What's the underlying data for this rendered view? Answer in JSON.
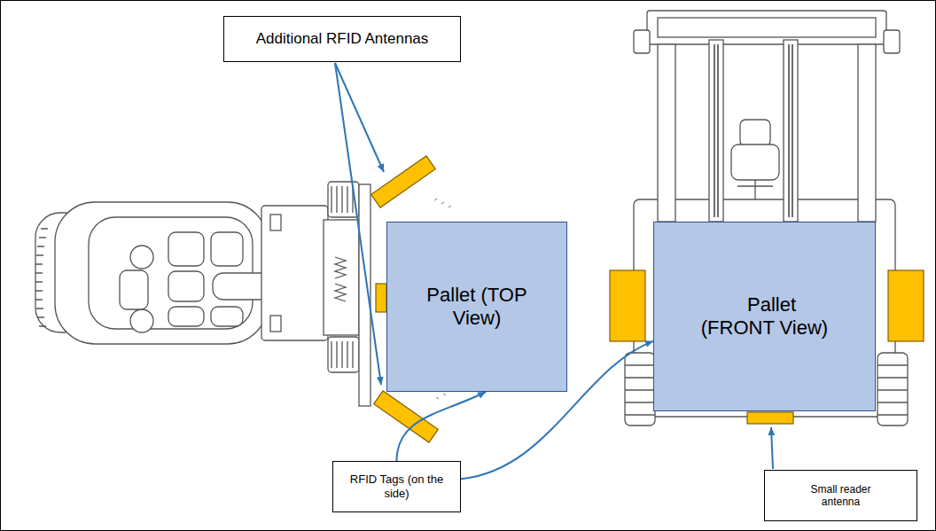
{
  "diagram": {
    "nodes": [
      {
        "text": [
          "Additional RFID Antennas"
        ]
      },
      {
        "text": [
          "Pallet (TOP View)"
        ]
      },
      {
        "text": [
          "Pallet (FRONT View)"
        ]
      },
      {
        "text": [
          "RFID Tags (on the side)"
        ]
      },
      {
        "text": [
          "Small reader antenna"
        ]
      }
    ],
    "edges": [
      {
        "from": 3,
        "to": 1,
        "arrow": "to"
      },
      {
        "from": 3,
        "to": 2,
        "arrow": "to"
      }
    ]
  }
}
